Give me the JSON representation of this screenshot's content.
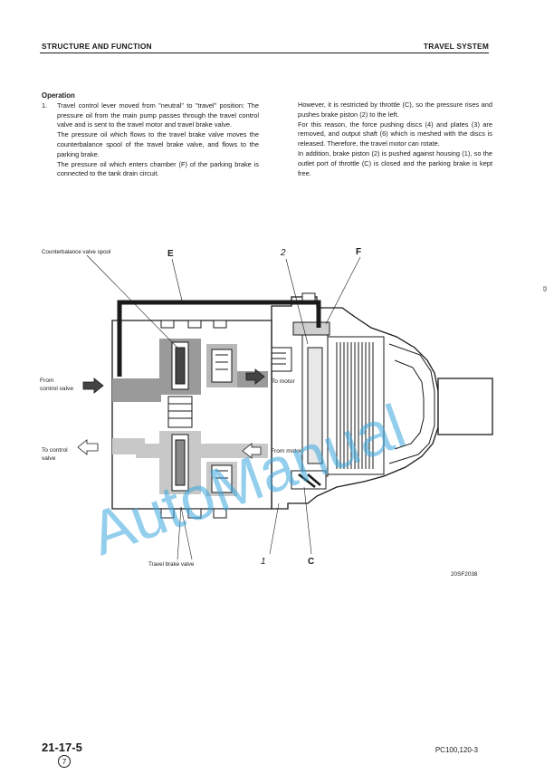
{
  "header": {
    "left": "STRUCTURE AND FUNCTION",
    "right": "TRAVEL SYSTEM"
  },
  "operation": {
    "title": "Operation",
    "item_number": "1.",
    "left_lines": [
      "Travel control lever moved from \"neutral\" to \"travel\" position: The pressure oil from the main pump passes through the travel control valve and is sent to the travel motor and travel brake valve.",
      "The pressure oil which flows to the travel brake valve moves the counterbalance spool of the travel brake valve, and flows to the parking brake.",
      "The pressure oil which enters chamber (F) of the parking brake is connected to the tank drain circuit."
    ],
    "right_lines": [
      "However, it is restricted by throttle (C), so the pressure rises and pushes brake piston (2) to the left.",
      "For this reason, the force pushing discs (4) and plates (3) are removed, and output shaft (6) which is meshed with the discs is released. Therefore, the travel motor can rotate.",
      "In addition, brake piston (2) is pushed against housing (1), so the outlet port of throttle (C) is closed and the parking brake is kept free."
    ]
  },
  "diagram": {
    "label_counterbalance": "Counterbalance valve spool",
    "label_E": "E",
    "label_2": "2",
    "label_F": "F",
    "label_from_control_1": "From",
    "label_from_control_2": "control valve",
    "label_to_control_1": "To control",
    "label_to_control_2": "valve",
    "label_to_motor": "To motor",
    "label_from_motor": "From motor",
    "label_travel_brake_valve": "Travel brake valve",
    "label_1": "1",
    "label_C": "C",
    "figure_code": "20SF2038",
    "watermark": "AutoManual"
  },
  "footer": {
    "page": "21-17-5",
    "revision": "7",
    "model": "PC100,120-3"
  },
  "side_mark": "63"
}
